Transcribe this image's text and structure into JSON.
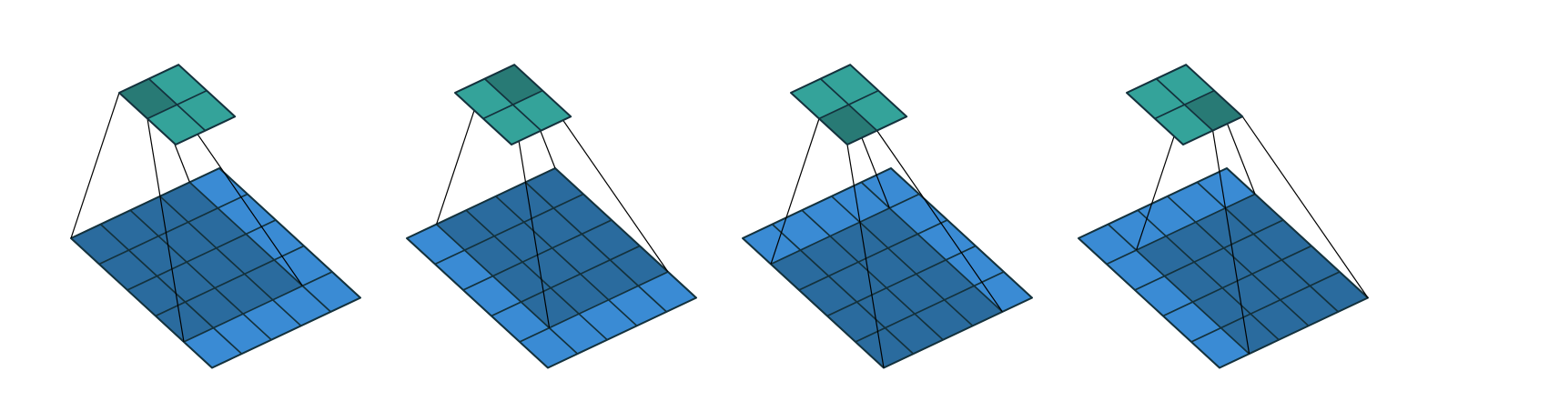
{
  "colors": {
    "input_cell": "#3a8bd4",
    "input_cell_active": "#2a6b9e",
    "output_cell": "#34a39a",
    "output_cell_active": "#287a75",
    "grid_line": "#14323d",
    "projection_line": "#000000",
    "background": "#ffffff"
  },
  "input_grid": {
    "rows": 5,
    "cols": 5
  },
  "output_grid": {
    "rows": 2,
    "cols": 2
  },
  "kernel_size": 4,
  "steps": [
    {
      "output_active": {
        "row": 0,
        "col": 0
      },
      "input_window": {
        "row": 0,
        "col": 0
      }
    },
    {
      "output_active": {
        "row": 0,
        "col": 1
      },
      "input_window": {
        "row": 0,
        "col": 1
      }
    },
    {
      "output_active": {
        "row": 1,
        "col": 0
      },
      "input_window": {
        "row": 1,
        "col": 0
      }
    },
    {
      "output_active": {
        "row": 1,
        "col": 1
      },
      "input_window": {
        "row": 1,
        "col": 1
      }
    }
  ]
}
